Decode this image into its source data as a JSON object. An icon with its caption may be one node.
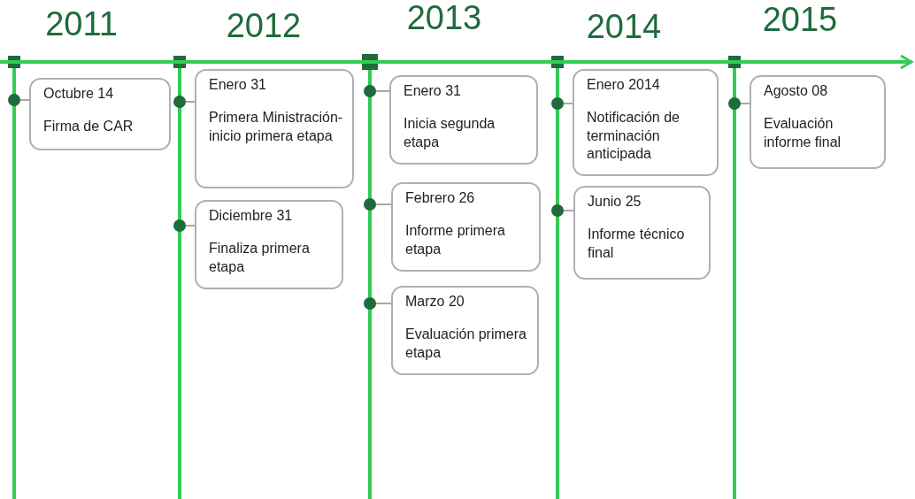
{
  "diagram": {
    "nodes": [
      {
        "text": [
          "2011"
        ]
      },
      {
        "text": [
          "Octubre 14",
          "Firma de CAR"
        ]
      },
      {
        "text": [
          "2012"
        ]
      },
      {
        "text": [
          "Enero 31",
          "Primera Ministración-inicio primera etapa"
        ]
      },
      {
        "text": [
          "Diciembre 31",
          "Finaliza primera etapa"
        ]
      },
      {
        "text": [
          "2013"
        ]
      },
      {
        "text": [
          "Enero 31",
          "Inicia segunda etapa"
        ]
      },
      {
        "text": [
          "Febrero 26",
          "Informe primera etapa"
        ]
      },
      {
        "text": [
          "Marzo 20",
          "Evaluación primera etapa"
        ]
      },
      {
        "text": [
          "2014"
        ]
      },
      {
        "text": [
          "Enero 2014",
          "Notificación de terminación anticipada"
        ]
      },
      {
        "text": [
          "Junio 25",
          "Informe técnico final"
        ]
      },
      {
        "text": [
          "2015"
        ]
      },
      {
        "text": [
          "Agosto 08",
          "Evaluación informe final"
        ]
      }
    ],
    "edges": [
      {
        "from": 0,
        "to": 1,
        "arrow": "other"
      },
      {
        "from": 2,
        "to": 3,
        "arrow": "other"
      },
      {
        "from": 2,
        "to": 4,
        "arrow": "other"
      },
      {
        "from": 5,
        "to": 6,
        "arrow": "other"
      },
      {
        "from": 5,
        "to": 7,
        "arrow": "other"
      },
      {
        "from": 5,
        "to": 8,
        "arrow": "other"
      },
      {
        "from": 9,
        "to": 10,
        "arrow": "other"
      },
      {
        "from": 9,
        "to": 11,
        "arrow": "other"
      },
      {
        "from": 12,
        "to": 13,
        "arrow": "other"
      }
    ]
  }
}
